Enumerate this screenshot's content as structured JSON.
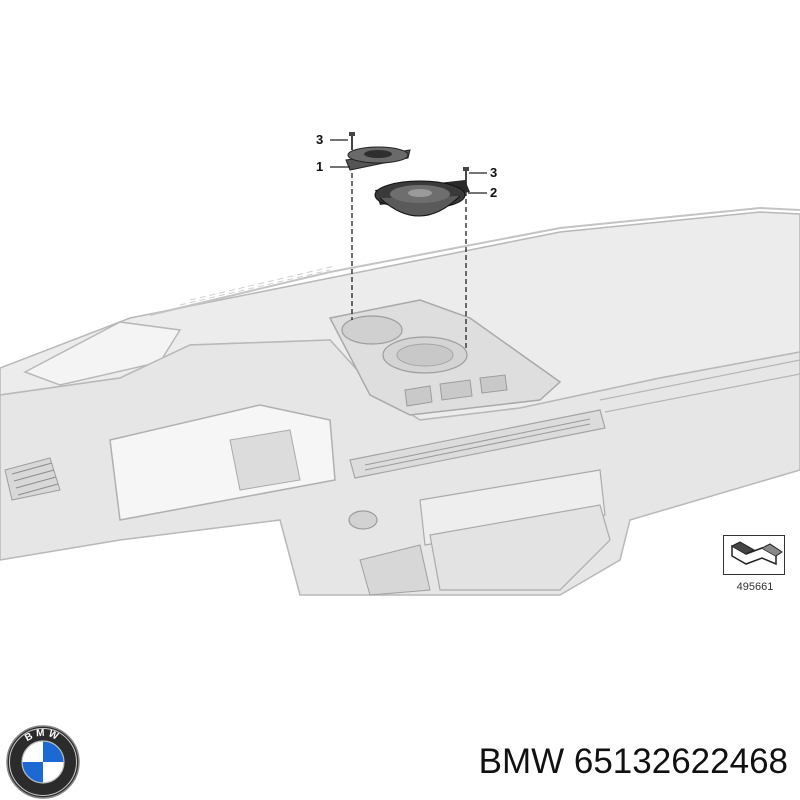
{
  "callouts": {
    "c1": "3",
    "c2": "1",
    "c3": "3",
    "c4": "2"
  },
  "reference_number": "495661",
  "brand": {
    "name": "BMW",
    "part_number": "65132622468",
    "logo_letters": "BMW",
    "colors": {
      "blue": "#1c69d4",
      "ring": "#111111"
    }
  },
  "icons": {
    "brand_logo": "bmw-roundel-logo",
    "reference_icon": "view-direction-icon"
  },
  "colors": {
    "dash_fill": "#ececec",
    "dash_stroke": "#b8b8b8",
    "speaker_dark": "#3a3a3a",
    "leader": "#222222"
  }
}
